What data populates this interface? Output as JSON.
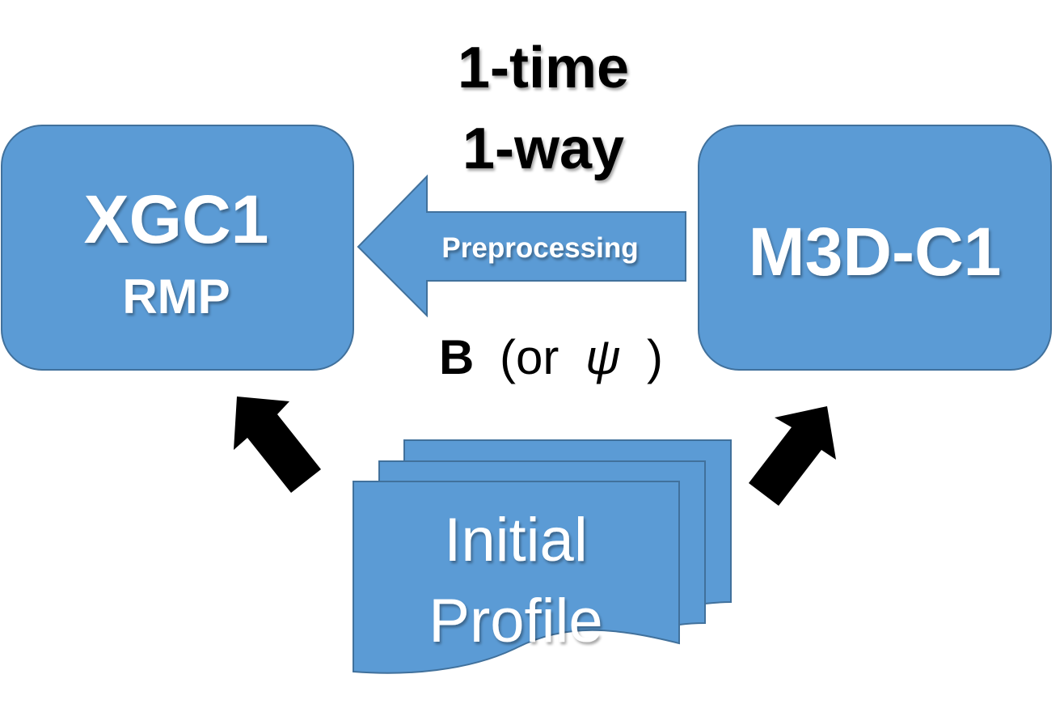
{
  "diagram": {
    "flow_label_line1": "1-time",
    "flow_label_line2": "1-way",
    "arrow_label": "Preprocessing",
    "field_label_bold": "B",
    "field_label_open": "(or",
    "field_label_symbol": "ψ",
    "field_label_close": ")",
    "left_box": {
      "title": "XGC1",
      "subtitle": "RMP"
    },
    "right_box": {
      "title": "M3D-C1"
    },
    "document": {
      "line1": "Initial",
      "line2": "Profile"
    }
  },
  "colors": {
    "box_fill": "#5b9bd5",
    "box_stroke": "#41719c",
    "text_on_box": "#ffffff",
    "label_text": "#000000",
    "arrow_black": "#000000"
  },
  "icons": {
    "left_arrow": "left-block-arrow",
    "diagonal_left": "diagonal-up-left-arrow-icon",
    "diagonal_right": "diagonal-up-right-arrow-icon",
    "document_stack": "multi-document-icon"
  }
}
